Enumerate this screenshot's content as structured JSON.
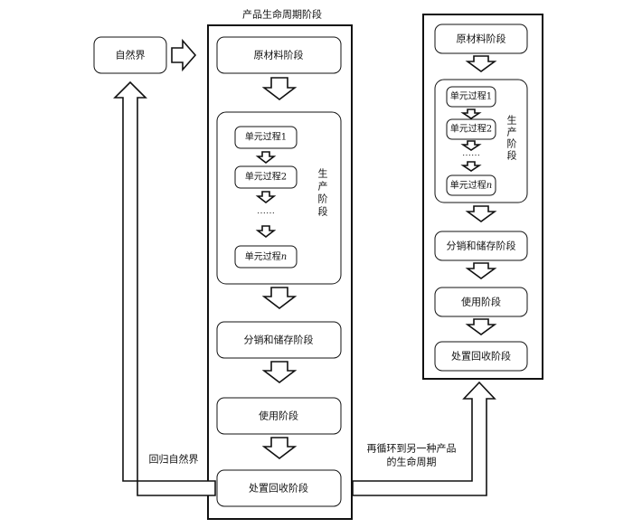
{
  "left": {
    "title": "产品生命周期阶段",
    "stage_raw": "原材料阶段",
    "unit1": "单元过程1",
    "unit2": "单元过程2",
    "dots": "⋯⋯",
    "unitn_prefix": "单元过程",
    "unitn_var": "n",
    "production": [
      "生",
      "产",
      "阶",
      "段"
    ],
    "stage_dist": "分销和储存阶段",
    "stage_use": "使用阶段",
    "stage_disposal": "处置回收阶段"
  },
  "nature": "自然界",
  "return_label": "回归自然界",
  "recycle_label": [
    "再循环到另一种产品",
    "的生命周期"
  ],
  "right": {
    "stage_raw": "原材料阶段",
    "unit1": "单元过程1",
    "unit2": "单元过程2",
    "dots": "⋯⋯",
    "unitn_prefix": "单元过程",
    "unitn_var": "n",
    "production": [
      "生",
      "产",
      "阶",
      "段"
    ],
    "stage_dist": "分销和储存阶段",
    "stage_use": "使用阶段",
    "stage_disposal": "处置回收阶段"
  }
}
